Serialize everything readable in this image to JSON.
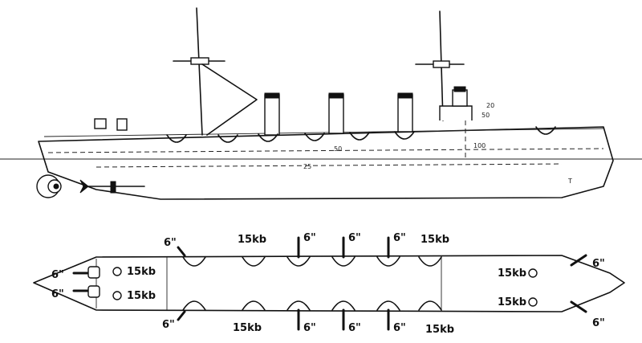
{
  "profile": {
    "armor_labels": [
      "20",
      "50",
      "100",
      "50",
      "25",
      "T"
    ]
  },
  "plan": {
    "labels": {
      "bow_upper": "6\"",
      "bow_lower": "6\"",
      "fwd_upper": "6\"",
      "fwd_lower": "6\"",
      "aft_upper": "6\"",
      "aft_lower": "6\"",
      "mid_top": [
        "6\"",
        "6\"",
        "6\""
      ],
      "mid_bottom": [
        "6\"",
        "6\"",
        "6\""
      ],
      "kb_bow_upper": "15kb",
      "kb_bow_lower": "15kb",
      "kb_top_fwd": "15kb",
      "kb_top_aft": "15kb",
      "kb_bottom_fwd": "15kb",
      "kb_bottom_aft": "15kb",
      "kb_stern_upper": "15kb",
      "kb_stern_lower": "15kb"
    }
  },
  "colors": {
    "ink": "#111111",
    "paper": "#ffffff"
  }
}
